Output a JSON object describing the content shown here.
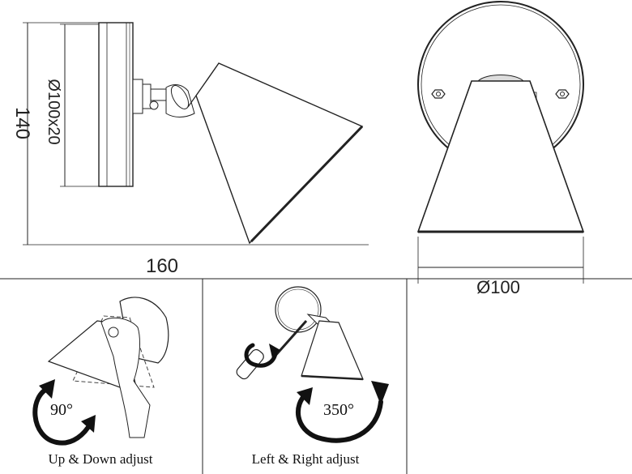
{
  "side_view": {
    "height_label": "140",
    "plate_label": "Ø100x20",
    "width_label": "160"
  },
  "front_view": {
    "diameter_label": "Ø100"
  },
  "adjust_panels": [
    {
      "angle_label": "90°",
      "caption": "Up & Down adjust"
    },
    {
      "angle_label": "350°",
      "caption": "Left & Right adjust"
    }
  ]
}
